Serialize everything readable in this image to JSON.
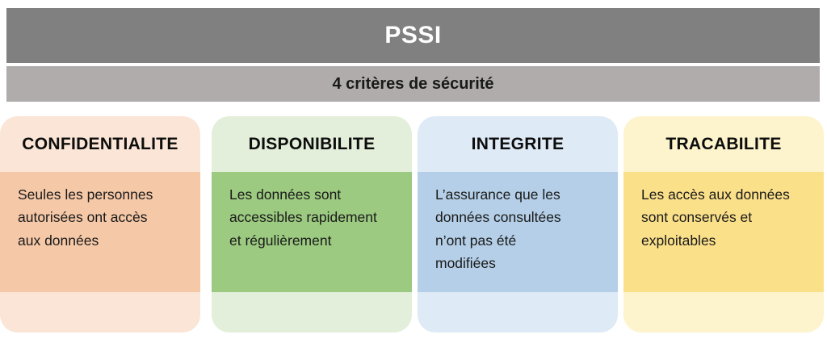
{
  "header": {
    "title": "PSSI",
    "subtitle": "4 critères de sécurité",
    "title_bar_color": "#808080",
    "subtitle_bar_color": "#AFACAB",
    "title_text_color": "#FFFFFF",
    "subtitle_text_color": "#1A1A1A"
  },
  "criteria": [
    {
      "title": "CONFIDENTIALITE",
      "body": "Seules les personnes\nautorisées ont accès\naux données",
      "card_color": "#FAE5D7",
      "band_color": "#F5C8A7"
    },
    {
      "title": "DISPONIBILITE",
      "body": "Les données sont\naccessibles rapidement\net régulièrement",
      "card_color": "#E3EFDA",
      "band_color": "#9CCA81"
    },
    {
      "title": "INTEGRITE",
      "body": "L’assurance que les\ndonnées consultées\nn’ont pas été\nmodifiées",
      "card_color": "#DEEAF6",
      "band_color": "#B4CFE7"
    },
    {
      "title": "TRACABILITE",
      "body": "Les accès aux données\nsont conservés et\nexploitables",
      "card_color": "#FDF3CD",
      "band_color": "#FBE08A"
    }
  ]
}
